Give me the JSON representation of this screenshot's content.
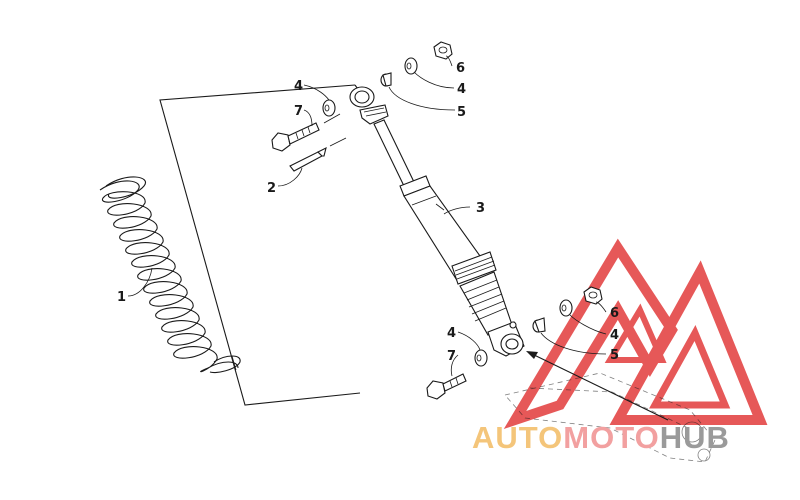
{
  "callouts": {
    "spring": "1",
    "pin": "2",
    "shock": "3",
    "washer_upper": "4",
    "washer_upper_right": "4",
    "washer_lower_left": "4",
    "washer_lower_right": "4",
    "bushing_upper": "5",
    "bushing_lower": "5",
    "nut_upper": "6",
    "nut_lower": "6",
    "bolt_upper": "7",
    "bolt_lower": "7"
  },
  "watermark": {
    "part1": "AUTO",
    "part2": "MOTO",
    "part3": "HUB",
    "color1": "#f4c57a",
    "color2": "#f2a0a0",
    "color3": "#9a9a9a",
    "logo_color": "#e23b3b"
  }
}
